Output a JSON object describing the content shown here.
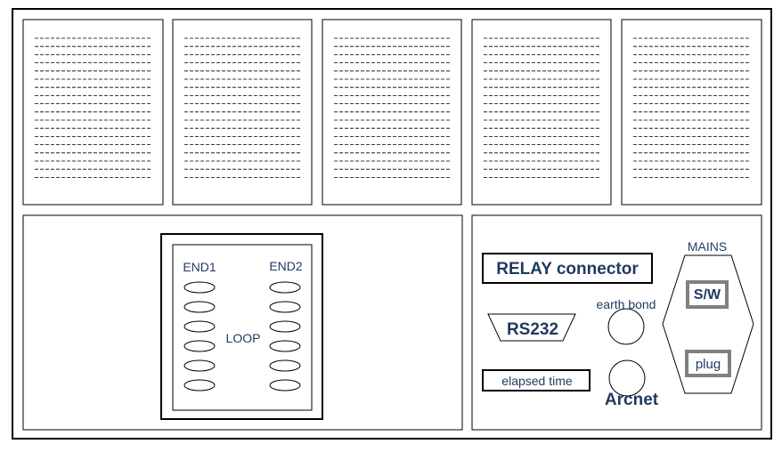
{
  "panels": [
    {
      "lines": 18
    },
    {
      "lines": 18
    },
    {
      "lines": 18
    },
    {
      "lines": 18
    },
    {
      "lines": 18
    }
  ],
  "loop_panel": {
    "end1_label": "END1",
    "end2_label": "END2",
    "loop_label": "LOOP",
    "terminals_per_end": 6
  },
  "connector_panel": {
    "relay_label": "RELAY connector",
    "rs232_label": "RS232",
    "earth_bond_label": "earth bond",
    "elapsed_time_label": "elapsed time",
    "arcnet_label": "Arcnet",
    "mains_label": "MAINS",
    "switch_label": "S/W",
    "plug_label": "plug"
  },
  "colors": {
    "text_dark_blue": "#1f3a5f",
    "line": "#000000",
    "box_gray": "#808080"
  }
}
